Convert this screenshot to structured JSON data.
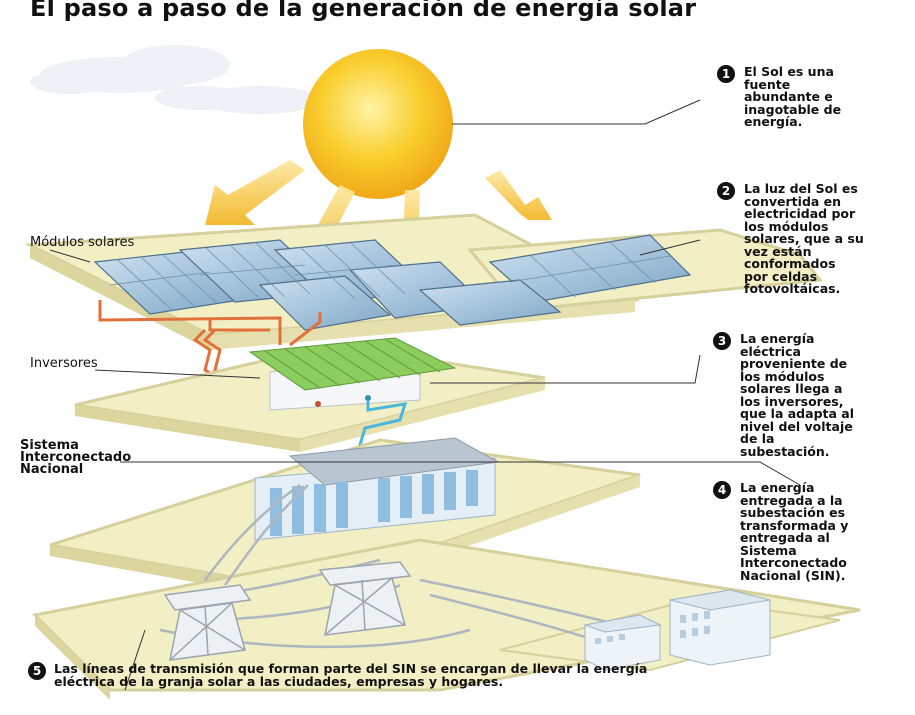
{
  "title": "El paso a paso de la generación de energía solar",
  "labels": {
    "modulos": "Módulos solares",
    "inversores": "Inversores",
    "sistema": "Sistema\nInterconectado\nNacional"
  },
  "steps": [
    {
      "num": "1",
      "text": "El Sol es una\nfuente\nabundante e\ninagotable de\nenergía."
    },
    {
      "num": "2",
      "text": "La luz del Sol es\nconvertida en\nelectricidad por\nlos módulos\nsolares, que a su\nvez están\nconformados\npor celdas\nfotovoltáicas."
    },
    {
      "num": "3",
      "text": "La energía\neléctrica\nproveniente de\nlos módulos\nsolares llega a\nlos inversores,\nque la adapta al\nnivel del voltaje\nde la\nsubestación."
    },
    {
      "num": "4",
      "text": "La energía\nentregada a la\nsubestación es\ntransformada y\nentregada al\nSistema\nInterconectado\nNacional (SIN)."
    },
    {
      "num": "5",
      "text": "Las líneas de transmisión que forman parte del SIN se encargan de llevar la energía\neléctrica de la granja solar a las ciudades, empresas y hogares."
    }
  ],
  "colors": {
    "platform": "#f3efc4",
    "platform_edge": "#d9d3a0",
    "sun": "#f7c21f",
    "sun_glow": "#fff2b0",
    "arrow": "#f2b51c",
    "panel": "#a9c9e3",
    "panel_frame": "#5d7f9c",
    "cable_orange": "#e2703a",
    "cable_blue": "#49b6e0",
    "inverter_roof": "#7fc35a",
    "building": "#d9e8f3",
    "tower": "#e9edf2"
  }
}
